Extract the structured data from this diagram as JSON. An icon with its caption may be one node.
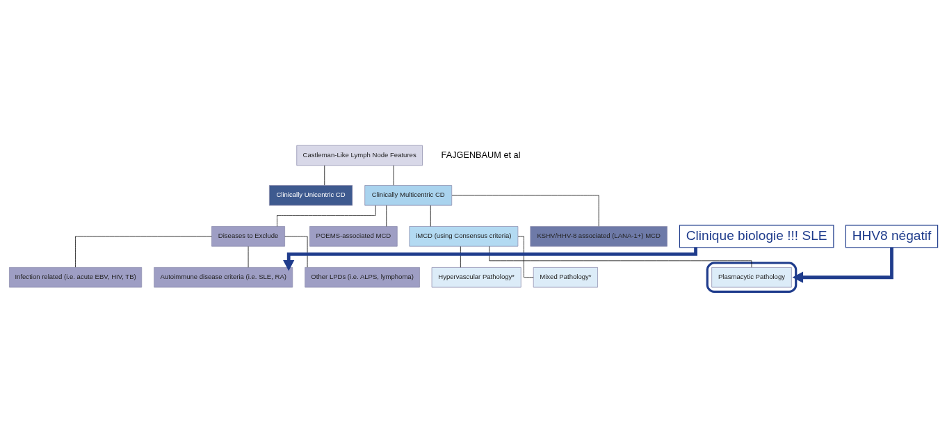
{
  "diagram": {
    "nodes": [
      {
        "text": [
          "Castleman-Like Lymph Node Features"
        ]
      },
      {
        "text": [
          "Clinically Unicentric CD"
        ]
      },
      {
        "text": [
          "Clinically Multicentric CD"
        ]
      },
      {
        "text": [
          "Diseases to Exclude"
        ]
      },
      {
        "text": [
          "POEMS-associated MCD"
        ]
      },
      {
        "text": [
          "iMCD (using Consensus criteria)"
        ]
      },
      {
        "text": [
          "KSHV/HHV-8 associated (LANA-1+) MCD"
        ]
      },
      {
        "text": [
          "Infection related (i.e. acute EBV, HIV, TB)"
        ]
      },
      {
        "text": [
          "Autoimmune disease criteria (i.e. SLE, RA)"
        ]
      },
      {
        "text": [
          "Other LPDs (i.e. ALPS, lymphoma)"
        ]
      },
      {
        "text": [
          "Hypervascular Pathology*"
        ]
      },
      {
        "text": [
          "Mixed Pathology*"
        ]
      },
      {
        "text": [
          "Plasmacytic Pathology"
        ],
        "in": 15
      },
      {
        "text": [
          "Clinique biologie !!! SLE"
        ]
      },
      {
        "text": [
          "HHV8 négatif"
        ]
      },
      {
        "text": [],
        "shape": "ellipse"
      }
    ],
    "edges": [
      {
        "from": 0,
        "to": 1,
        "arrow": "none"
      },
      {
        "from": 0,
        "to": 2,
        "arrow": "none"
      },
      {
        "from": 2,
        "to": 3,
        "arrow": "none"
      },
      {
        "from": 2,
        "to": 4,
        "arrow": "none"
      },
      {
        "from": 2,
        "to": 5,
        "arrow": "none"
      },
      {
        "from": 2,
        "to": 6,
        "arrow": "none"
      },
      {
        "from": 3,
        "to": 7,
        "arrow": "none"
      },
      {
        "from": 3,
        "to": 8,
        "arrow": "none"
      },
      {
        "from": 3,
        "to": 9,
        "arrow": "none"
      },
      {
        "from": 5,
        "to": 10,
        "arrow": "none"
      },
      {
        "from": 5,
        "to": 11,
        "arrow": "none"
      },
      {
        "from": 5,
        "to": 12,
        "arrow": "none"
      },
      {
        "from": 13,
        "to": 8,
        "arrow": "to",
        "style": "thick",
        "color": "#1f3c8c"
      },
      {
        "from": 14,
        "to": 15,
        "arrow": "to",
        "style": "thick",
        "color": "#1f3c8c"
      }
    ],
    "labels": [
      "FAJGENBAUM et al"
    ]
  }
}
